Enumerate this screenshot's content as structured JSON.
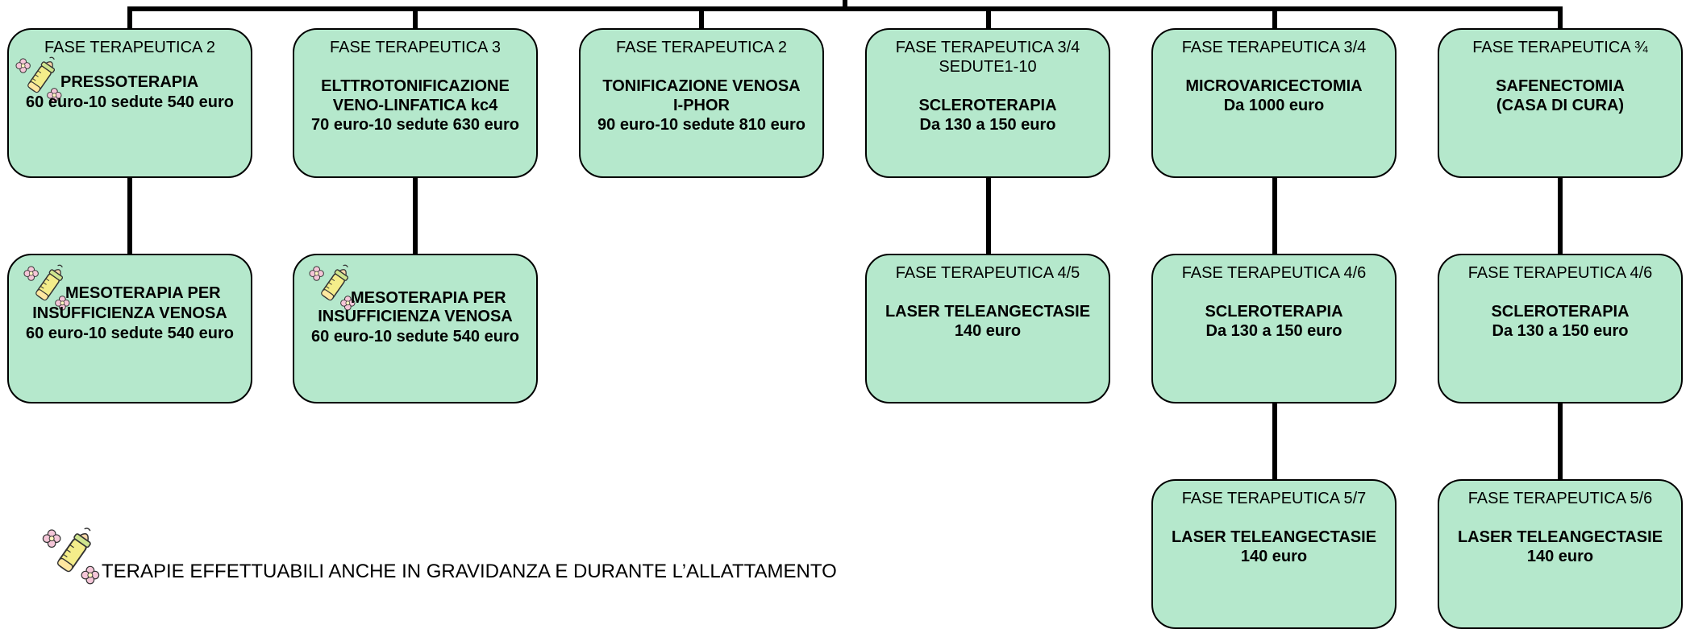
{
  "diagram": {
    "legend": {
      "icon": "baby-bottle-with-flowers-icon",
      "text": "TERAPIE EFFETTUABILI ANCHE IN GRAVIDANZA E DURANTE L’ALLATTAMENTO"
    },
    "colors": {
      "box_fill": "#b5e8cc",
      "line": "#000000"
    },
    "columns": [
      {
        "top": {
          "phase": "FASE TERAPEUTICA 2",
          "pregnancy_safe": true,
          "title": "PRESSOTERAPIA",
          "price": "60 euro-10 sedute 540 euro"
        },
        "mid": {
          "pregnancy_safe": true,
          "title_line1": "MESOTERAPIA PER",
          "title_line2": "INSUFFICIENZA VENOSA",
          "price": "60 euro-10 sedute 540 euro"
        }
      },
      {
        "top": {
          "phase": "FASE TERAPEUTICA 3",
          "title_line1": "ELTTROTONIFICAZIONE",
          "title_line2": "VENO-LINFATICA kc4",
          "price": "70 euro-10 sedute 630 euro"
        },
        "mid": {
          "pregnancy_safe": true,
          "title_line1": "MESOTERAPIA PER",
          "title_line2": "INSUFFICIENZA VENOSA",
          "price": "60 euro-10 sedute 540 euro"
        }
      },
      {
        "top": {
          "phase": "FASE TERAPEUTICA 2",
          "title_line1": "TONIFICAZIONE VENOSA",
          "title_line2": "I-PHOR",
          "price": "90 euro-10 sedute 810 euro"
        }
      },
      {
        "top": {
          "phase": "FASE TERAPEUTICA 3/4",
          "phase_line2": "SEDUTE1-10",
          "title": "SCLEROTERAPIA",
          "price": "Da 130 a 150 euro"
        },
        "mid": {
          "phase": "FASE TERAPEUTICA 4/5",
          "title": "LASER TELEANGECTASIE",
          "price": "140 euro"
        }
      },
      {
        "top": {
          "phase": "FASE TERAPEUTICA 3/4",
          "title": "MICROVARICECTOMIA",
          "price": "Da 1000 euro"
        },
        "mid": {
          "phase": "FASE TERAPEUTICA 4/6",
          "title": "SCLEROTERAPIA",
          "price": "Da 130 a 150 euro"
        },
        "bottom": {
          "phase": "FASE TERAPEUTICA 5/7",
          "title": "LASER TELEANGECTASIE",
          "price": "140 euro"
        }
      },
      {
        "top": {
          "phase": "FASE TERAPEUTICA ¾",
          "title_line1": "SAFENECTOMIA",
          "title_line2": "(CASA DI CURA)"
        },
        "mid": {
          "phase": "FASE TERAPEUTICA 4/6",
          "title": "SCLEROTERAPIA",
          "price": "Da 130 a 150 euro"
        },
        "bottom": {
          "phase": "FASE TERAPEUTICA 5/6",
          "title": "LASER TELEANGECTASIE",
          "price": "140 euro"
        }
      }
    ]
  }
}
